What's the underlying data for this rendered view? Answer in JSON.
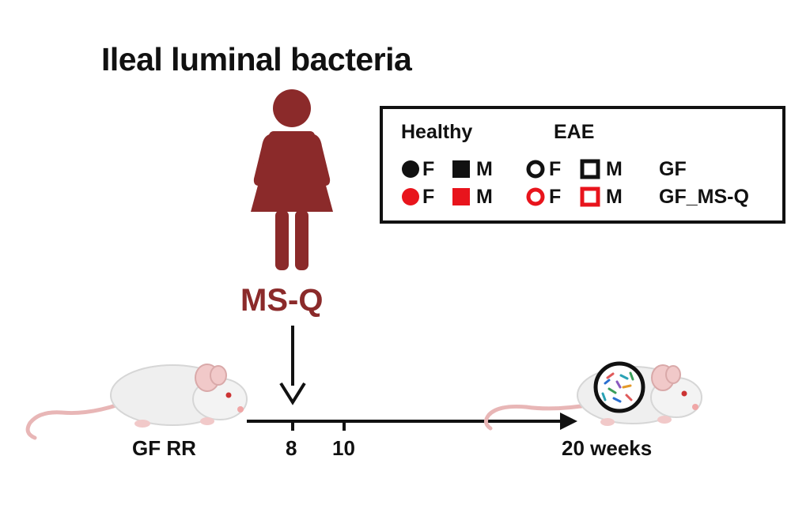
{
  "title": "Ileal luminal bacteria",
  "donor": {
    "label": "MS-Q",
    "color": "#8b2a2a"
  },
  "timeline": {
    "start_label": "GF RR",
    "tick_8": "8",
    "tick_10": "10",
    "end_label": "20 weeks"
  },
  "legend": {
    "healthy_header": "Healthy",
    "eae_header": "EAE",
    "row1": {
      "f": "F",
      "m": "M",
      "f2": "F",
      "m2": "M",
      "group": "GF",
      "color": "#111111"
    },
    "row2": {
      "f": "F",
      "m": "M",
      "f2": "F",
      "m2": "M",
      "group": "GF_MS-Q",
      "color": "#e8141c"
    }
  }
}
